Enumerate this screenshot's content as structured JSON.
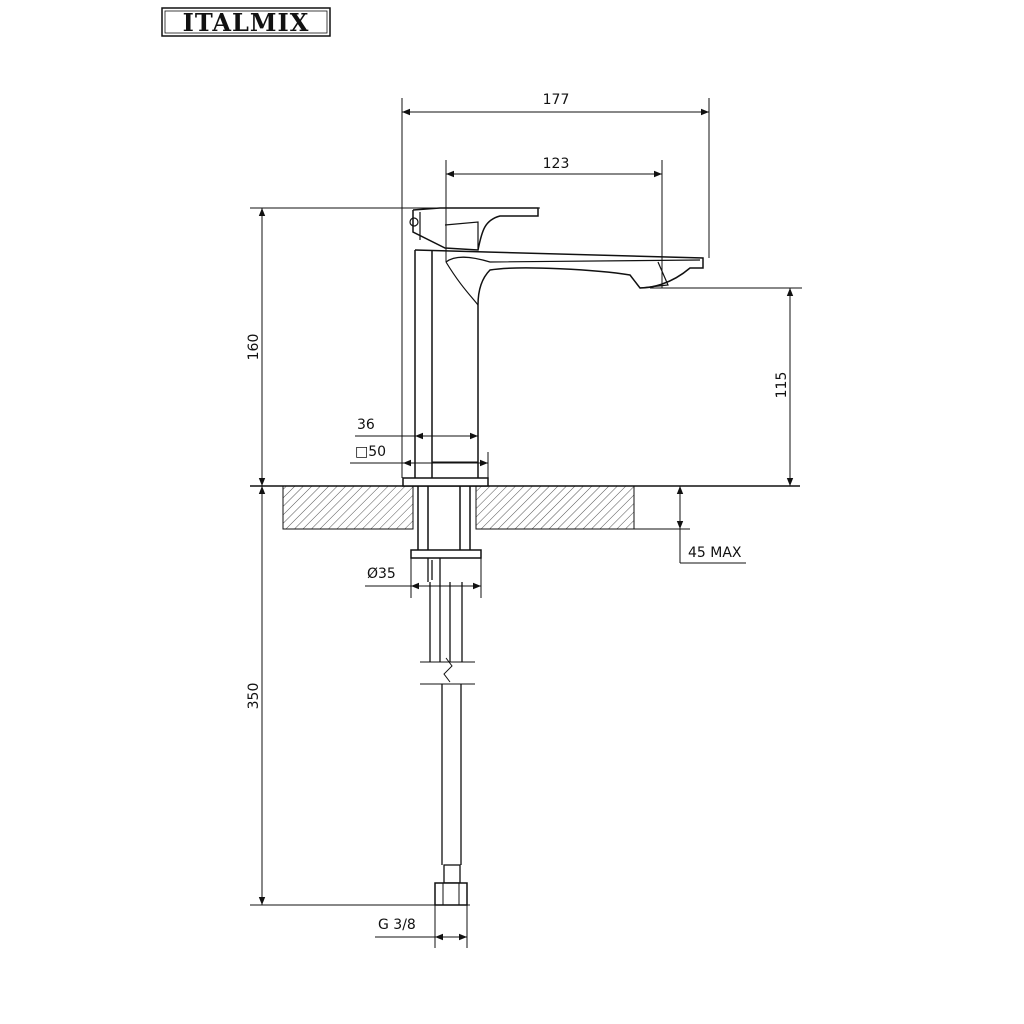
{
  "brand": {
    "logo": "ITALMIX"
  },
  "dimensions": {
    "overall_width": "177",
    "spout_reach": "123",
    "total_height": "160",
    "spout_height": "115",
    "body_width": "36",
    "base_square": "□50",
    "deck_thickness": "45 MAX",
    "shank_diameter": "Ø35",
    "hose_length": "350",
    "hose_connection": "G 3/8"
  }
}
